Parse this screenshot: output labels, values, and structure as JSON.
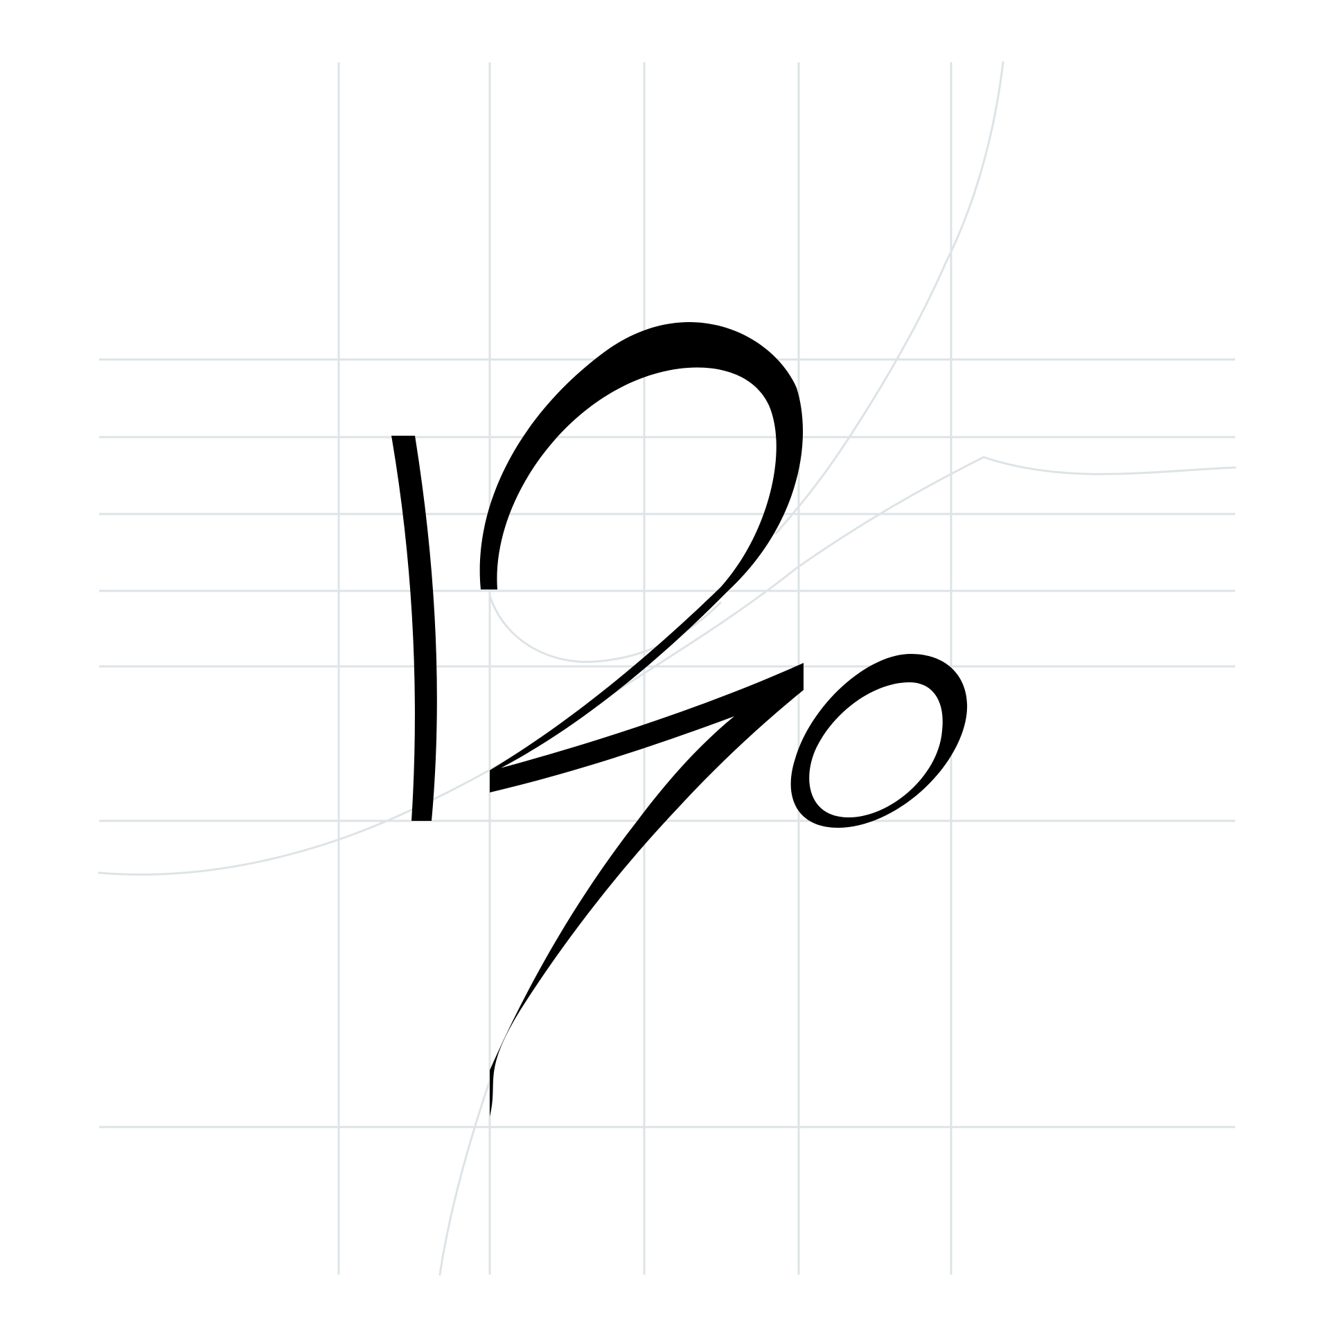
{
  "artwork": {
    "subject": "monogram",
    "glyphs": [
      {
        "name": "digit-one"
      },
      {
        "name": "digit-two-loop"
      },
      {
        "name": "digit-seven"
      },
      {
        "name": "degree-circle"
      }
    ]
  },
  "colors": {
    "background": "#ffffff",
    "grid": "#dde3e6",
    "ink": "#000000"
  },
  "grid": {
    "visible": true,
    "vertical_lines": 5,
    "horizontal_lines": 7
  }
}
